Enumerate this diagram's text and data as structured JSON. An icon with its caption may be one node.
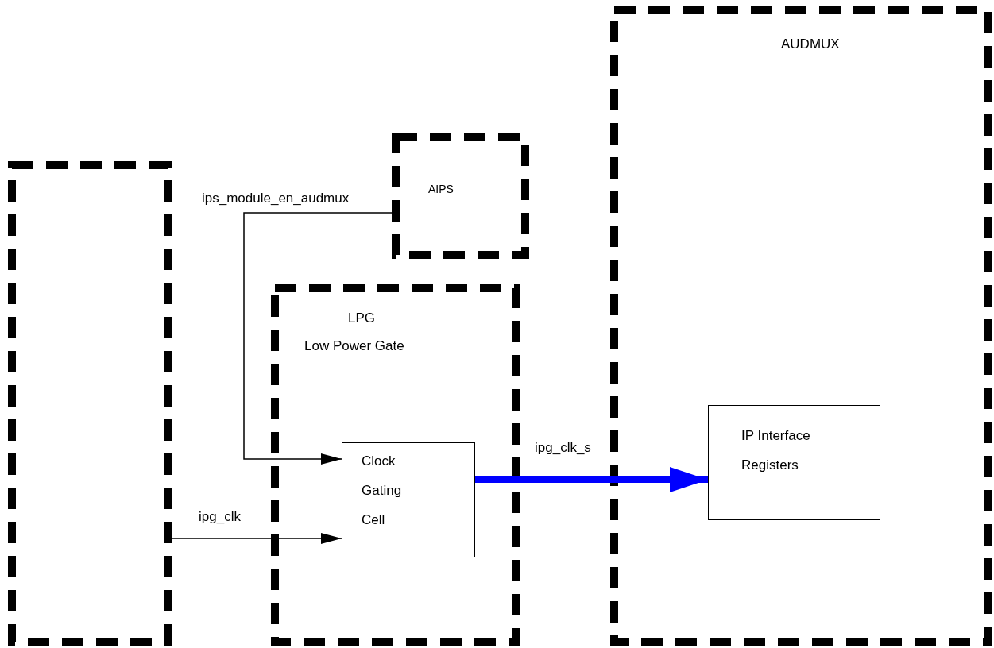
{
  "diagram": {
    "nodes": [
      {
        "text": [],
        "shape": "box"
      },
      {
        "text": [
          "AIPS"
        ]
      },
      {
        "text": [
          "LPG",
          "Low Power Gate"
        ]
      },
      {
        "text": [
          "Clock Gating Cell"
        ],
        "in": 2
      },
      {
        "text": [
          "AUDMUX"
        ]
      },
      {
        "text": [
          "IP Interface Registers"
        ],
        "in": 4
      }
    ],
    "edges": [
      {
        "from": 1,
        "to": 3,
        "arrow": "to",
        "label": "ips_module_en_audmux"
      },
      {
        "from": 0,
        "to": 3,
        "arrow": "to",
        "label": "ipg_clk"
      },
      {
        "from": 3,
        "to": 5,
        "arrow": "to",
        "label": "ipg_clk_s",
        "style": "thick",
        "color": "#0000ff"
      }
    ]
  }
}
